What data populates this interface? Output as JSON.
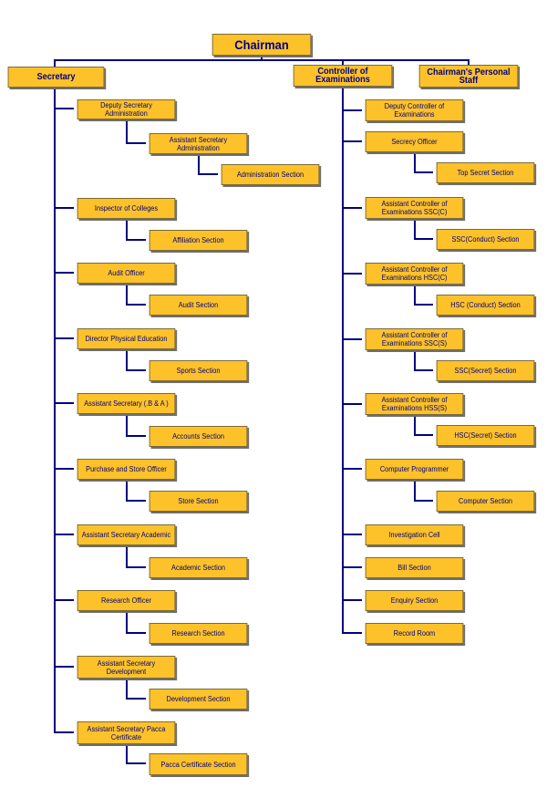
{
  "colors": {
    "box_fill": "#fdc229",
    "line": "#000080",
    "text": "#000080",
    "shadow": "#6e6e6e"
  },
  "chairman": "Chairman",
  "secretary": "Secretary",
  "controller": "Controller of Examinations",
  "personal_staff": "Chairman's Personal Staff",
  "left_units": [
    {
      "head": "Deputy Secretary Administration",
      "sub": {
        "head": "Assistant Secretary Administration",
        "section": "Administration Section"
      }
    },
    {
      "head": "Inspector of Colleges",
      "section": "Affiliation Section"
    },
    {
      "head": "Audit Officer",
      "section": "Audit Section"
    },
    {
      "head": "Director  Physical Education",
      "section": "Sports Section"
    },
    {
      "head": "Assistant Secretary (.B & A )",
      "section": "Accounts Section"
    },
    {
      "head": "Purchase and Store Officer",
      "section": "Store Section"
    },
    {
      "head": "Assistant Secretary Academic",
      "section": "Academic Section"
    },
    {
      "head": "Research Officer",
      "section": "Research Section"
    },
    {
      "head": "Assistant Secretary Development",
      "section": "Development Section"
    },
    {
      "head": "Assistant Secretary Pacca Certificate",
      "section": "Pacca Certificate Section"
    }
  ],
  "right_units": [
    {
      "head": "Deputy Controller of Examinations"
    },
    {
      "head": "Secrecy Officer",
      "section": "Top Secret Section"
    },
    {
      "head": "Assistant Controller of Examinations SSC(C)",
      "section": "SSC(Conduct) Section"
    },
    {
      "head": "Assistant Controller of Examinations HSC(C)",
      "section": "HSC (Conduct) Section"
    },
    {
      "head": "Assistant Controller of Examinations SSC(S)",
      "section": "SSC(Secret) Section"
    },
    {
      "head": "Assistant Controller of Examinations HSS(S)",
      "section": "HSC(Secret) Section"
    },
    {
      "head": "Computer Programmer",
      "section": "Computer Section"
    },
    {
      "head": "Investigation Cell"
    },
    {
      "head": "Bill Section"
    },
    {
      "head": "Enquiry Section"
    },
    {
      "head": "Record Room"
    }
  ]
}
